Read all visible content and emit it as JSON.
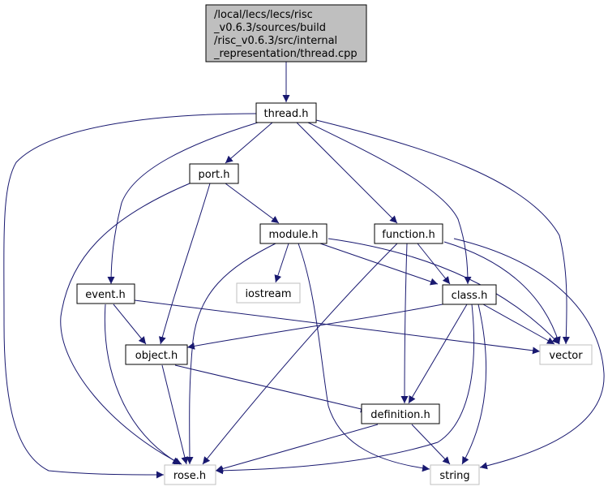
{
  "diagram": {
    "root": {
      "lines": [
        "/local/lecs/lecs/risc",
        "_v0.6.3/sources/build",
        "/risc_v0.6.3/src/internal",
        "_representation/thread.cpp"
      ]
    },
    "nodes": {
      "thread_h": "thread.h",
      "port_h": "port.h",
      "module_h": "module.h",
      "function_h": "function.h",
      "iostream": "iostream",
      "event_h": "event.h",
      "class_h": "class.h",
      "object_h": "object.h",
      "vector": "vector",
      "definition_h": "definition.h",
      "rose_h": "rose.h",
      "string": "string"
    },
    "colors": {
      "edge": "#191970",
      "root_fill": "#bfbfbf",
      "node_border": "#000000",
      "external_border": "#bfbfbf"
    }
  }
}
